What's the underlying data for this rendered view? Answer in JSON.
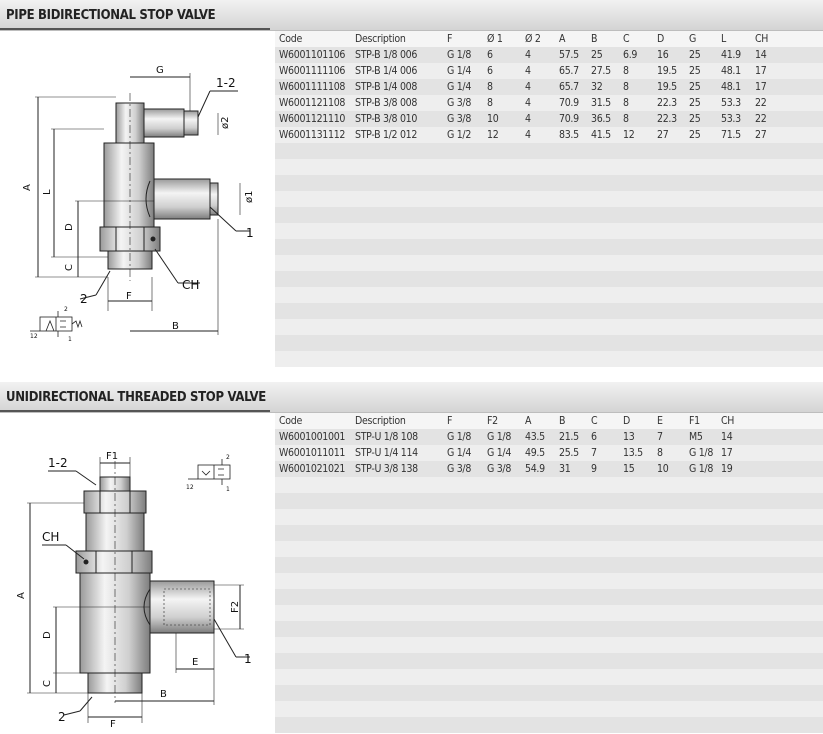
{
  "section1": {
    "title": "PIPE BIDIRECTIONAL STOP VALVE",
    "columns": [
      "Code",
      "Description",
      "F",
      "Ø 1",
      "Ø 2",
      "A",
      "B",
      "C",
      "D",
      "G",
      "L",
      "CH"
    ],
    "rows": [
      [
        "W6001101106",
        "STP-B 1/8 006",
        "G 1/8",
        "6",
        "4",
        "57.5",
        "25",
        "6.9",
        "16",
        "25",
        "41.9",
        "14"
      ],
      [
        "W6001111106",
        "STP-B 1/4 006",
        "G 1/4",
        "6",
        "4",
        "65.7",
        "27.5",
        "8",
        "19.5",
        "25",
        "48.1",
        "17"
      ],
      [
        "W6001111108",
        "STP-B 1/4 008",
        "G 1/4",
        "8",
        "4",
        "65.7",
        "32",
        "8",
        "19.5",
        "25",
        "48.1",
        "17"
      ],
      [
        "W6001121108",
        "STP-B 3/8 008",
        "G 3/8",
        "8",
        "4",
        "70.9",
        "31.5",
        "8",
        "22.3",
        "25",
        "53.3",
        "22"
      ],
      [
        "W6001121110",
        "STP-B 3/8 010",
        "G 3/8",
        "10",
        "4",
        "70.9",
        "36.5",
        "8",
        "22.3",
        "25",
        "53.3",
        "22"
      ],
      [
        "W6001131112",
        "STP-B 1/2 012",
        "G 1/2",
        "12",
        "4",
        "83.5",
        "41.5",
        "12",
        "27",
        "25",
        "71.5",
        "27"
      ]
    ],
    "drawing_labels": {
      "G": "G",
      "port12": "1-2",
      "o2": "ø2",
      "o1": "ø1",
      "A": "A",
      "L": "L",
      "D": "D",
      "C": "C",
      "CH": "CH",
      "one": "1",
      "two": "2",
      "F": "F",
      "B": "B",
      "sym2": "2",
      "sym12": "12",
      "sym1": "1"
    }
  },
  "section2": {
    "title": "UNIDIRECTIONAL THREADED STOP VALVE",
    "columns": [
      "Code",
      "Description",
      "F",
      "F2",
      "A",
      "B",
      "C",
      "D",
      "E",
      "F1",
      "CH"
    ],
    "rows": [
      [
        "W6001001001",
        "STP-U 1/8 108",
        "G 1/8",
        "G 1/8",
        "43.5",
        "21.5",
        "6",
        "13",
        "7",
        "M5",
        "14"
      ],
      [
        "W6001011011",
        "STP-U 1/4 114",
        "G 1/4",
        "G 1/4",
        "49.5",
        "25.5",
        "7",
        "13.5",
        "8",
        "G 1/8",
        "17"
      ],
      [
        "W6001021021",
        "STP-U 3/8 138",
        "G 3/8",
        "G 3/8",
        "54.9",
        "31",
        "9",
        "15",
        "10",
        "G 1/8",
        "19"
      ]
    ],
    "drawing_labels": {
      "F1": "F1",
      "port12": "1-2",
      "CH": "CH",
      "A": "A",
      "D": "D",
      "C": "C",
      "F2": "F2",
      "E": "E",
      "one": "1",
      "B": "B",
      "two": "2",
      "F": "F",
      "sym2": "2",
      "sym12": "12",
      "sym1": "1"
    }
  }
}
